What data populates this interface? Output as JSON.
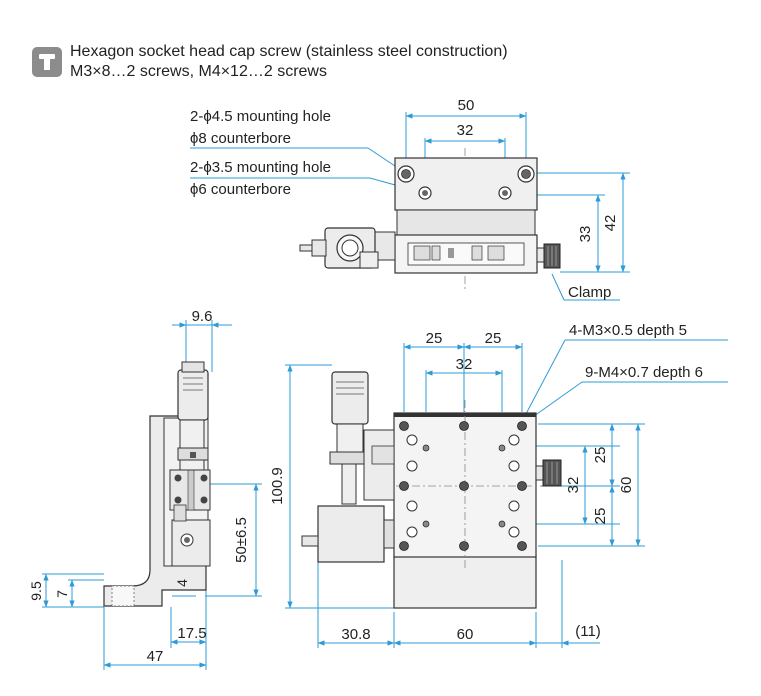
{
  "note": {
    "icon": "screw-icon",
    "line1": "Hexagon socket head cap screw (stainless steel construction)",
    "line2": "M3×8…2 screws, M4×12…2 screws"
  },
  "top_view": {
    "dim_50": "50",
    "dim_32": "32",
    "dim_33": "33",
    "dim_42": "42",
    "hole1_a": "2-ϕ4.5 mounting hole",
    "hole1_b": "ϕ8 counterbore",
    "hole2_a": "2-ϕ3.5 mounting hole",
    "hole2_b": "ϕ6 counterbore",
    "clamp": "Clamp"
  },
  "side_view": {
    "dim_9_6": "9.6",
    "dim_50pm": "50±6.5",
    "dim_4": "4",
    "dim_9_5": "9.5",
    "dim_7": "7",
    "dim_17_5": "17.5",
    "dim_47": "47"
  },
  "front_view": {
    "dim_25a": "25",
    "dim_25b": "25",
    "dim_32": "32",
    "tap1": "4-M3×0.5 depth 5",
    "tap2": "9-M4×0.7 depth 6",
    "dim_100_9": "100.9",
    "dim_r25a": "25",
    "dim_r32": "32",
    "dim_r25b": "25",
    "dim_r60": "60",
    "dim_30_8": "30.8",
    "dim_60": "60",
    "dim_11": "(11)"
  },
  "colors": {
    "dimension": "#2e9bd6",
    "outline": "#333333",
    "part_fill": "#ededed"
  }
}
